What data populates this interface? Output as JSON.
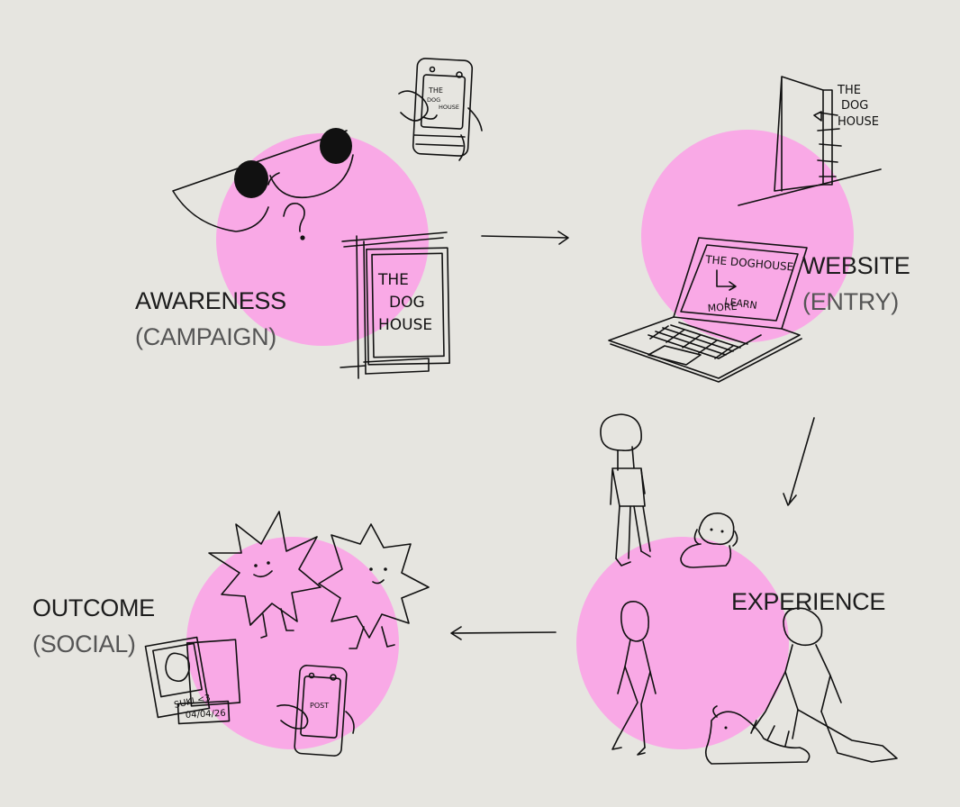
{
  "colors": {
    "background": "#e6e5e0",
    "blob": "#f9a9e6",
    "ink": "#111111",
    "title": "#1c1c1c",
    "subtitle": "#555555"
  },
  "stages": [
    {
      "title": "AWARENESS",
      "subtitle": "(CAMPAIGN)"
    },
    {
      "title": "WEBSITE",
      "subtitle": "(ENTRY)"
    },
    {
      "title": "EXPERIENCE",
      "subtitle": ""
    },
    {
      "title": "OUTCOME",
      "subtitle": "(SOCIAL)"
    }
  ],
  "sketch_text": {
    "phone_top": [
      "THE",
      "DOG",
      "HOUSE"
    ],
    "billboard": [
      "THE",
      "DOG",
      "HOUSE"
    ],
    "door_sign": [
      "THE",
      "DOG",
      "HOUSE"
    ],
    "laptop_heading": "THE DOGHOUSE",
    "laptop_cta": [
      "LEARN",
      "MORE"
    ],
    "polaroid_name": "SUKI <3",
    "photo_date": "04/04/26",
    "phone_post": "POST"
  },
  "icons": [
    "question-mark-icon",
    "arrow-right-icon",
    "arrow-down-icon",
    "arrow-left-icon"
  ]
}
